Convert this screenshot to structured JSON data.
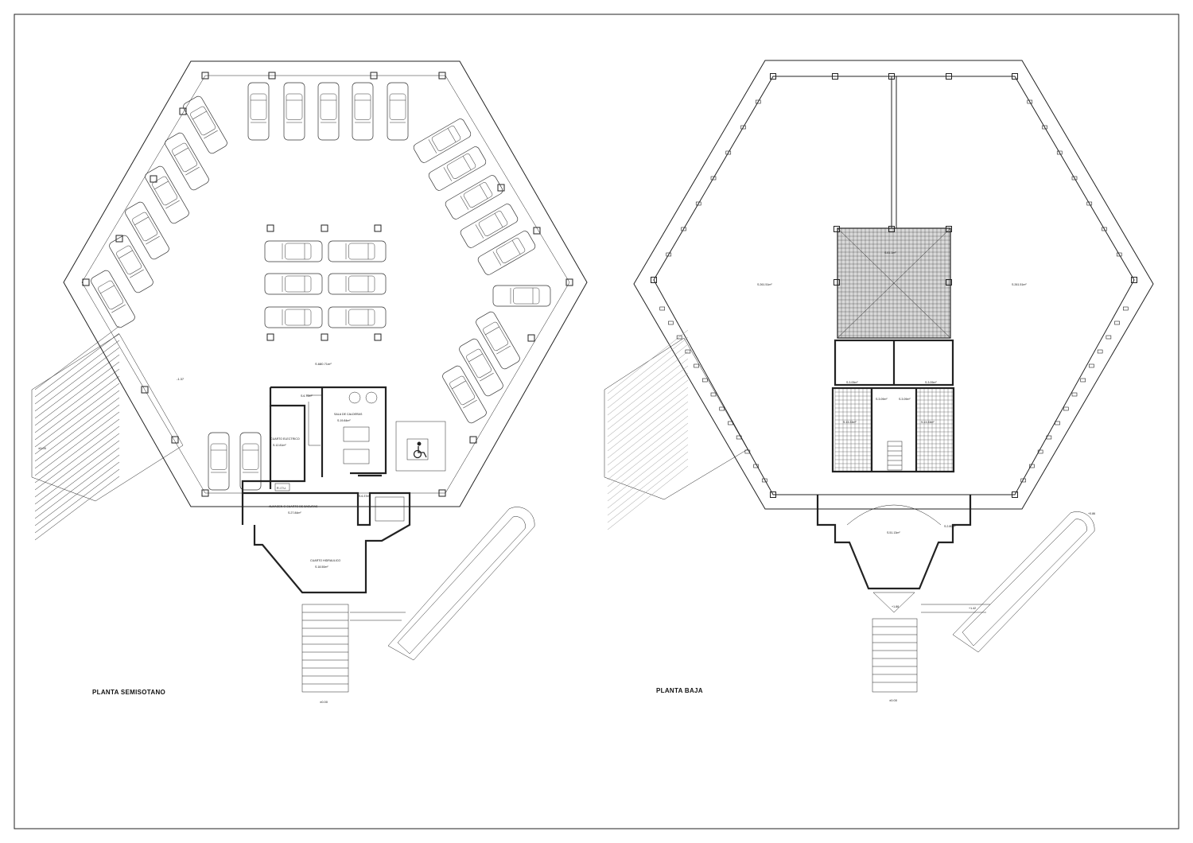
{
  "sheet": {
    "semisotano": {
      "title": "PLANTA SEMISOTANO",
      "level_main": "-1.37",
      "level_ramp": "±0.00",
      "level_stairs": "±0.00",
      "parking_area": "S.680.71m²",
      "rooms": [
        {
          "id": "vestibulo",
          "area": "S.6.70m²"
        },
        {
          "id": "calderas",
          "name": "SALA DE CALDERAS",
          "area": "S.19.84m²"
        },
        {
          "id": "electrico",
          "name": "CUARTO ELECTRICO",
          "area": "S.12.81m²"
        },
        {
          "id": "ritu",
          "name": "R.I.T.U."
        },
        {
          "id": "almacen",
          "name": "ALMACEN O CUARTO DE BASURAS",
          "area": "S.27.84m²"
        },
        {
          "id": "hidraulico",
          "name": "CUARTO HIDRAULICO",
          "area": "S.18.50m²"
        },
        {
          "id": "aseo",
          "area": "S.6.37m²"
        }
      ],
      "icons": [
        "car-icon",
        "wheelchair-icon"
      ]
    },
    "baja": {
      "title": "PLANTA BAJA",
      "level_entrance": "+1.88",
      "level_ramp_top": "+0.86",
      "level_ramp": "+1.42",
      "level_street": "±0.00",
      "rooms": [
        {
          "id": "patio",
          "area": "S.61.1m²"
        },
        {
          "id": "left-hall",
          "area": "S.261.51m²"
        },
        {
          "id": "right-hall",
          "area": "S.261.51m²"
        },
        {
          "id": "aseo-1",
          "area": "S.3.09m²"
        },
        {
          "id": "aseo-2",
          "area": "S.3.09m²"
        },
        {
          "id": "aseo-3",
          "area": "S.3.09m²"
        },
        {
          "id": "aseo-4",
          "area": "S.3.09m²"
        },
        {
          "id": "vest-1",
          "area": "S.13.33m²"
        },
        {
          "id": "vest-2",
          "area": "S.13.33m²"
        },
        {
          "id": "acceso",
          "area": "S.51.13m²"
        },
        {
          "id": "conserje",
          "area": "S.2.80m²"
        }
      ]
    }
  }
}
